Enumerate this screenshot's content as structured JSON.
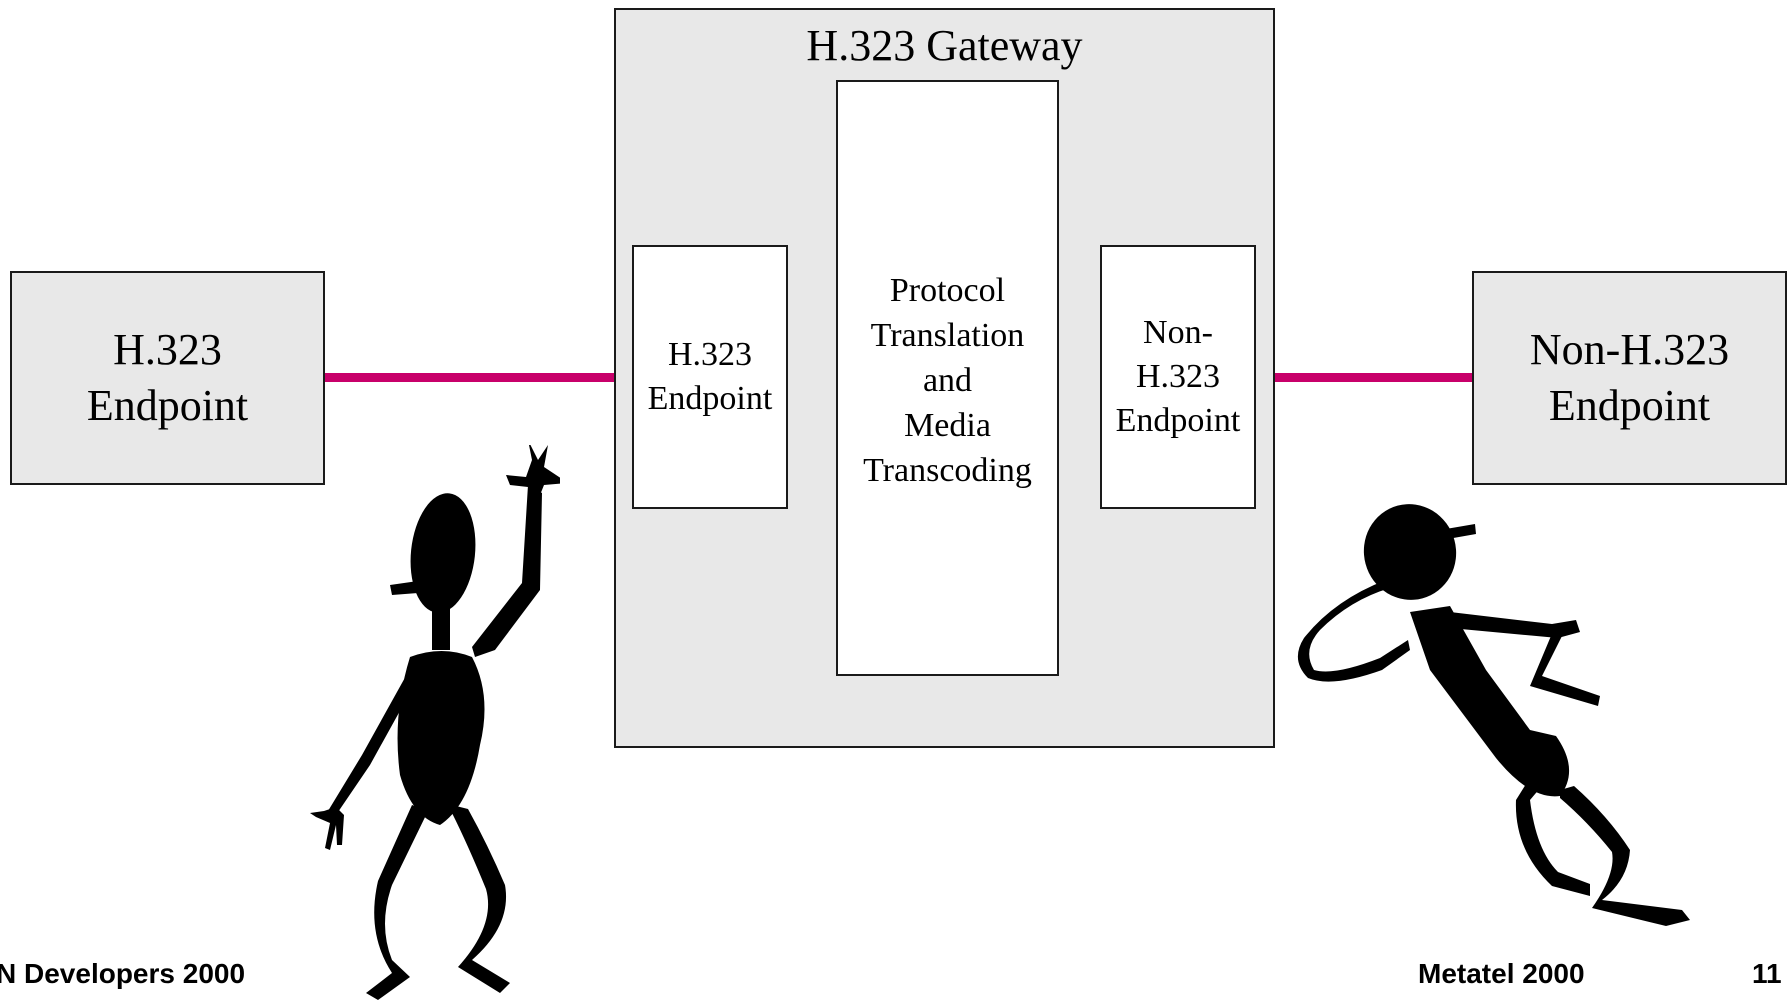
{
  "diagram": {
    "gateway_title": "H.323 Gateway",
    "left_endpoint": "H.323\nEndpoint",
    "right_endpoint": "Non-H.323\nEndpoint",
    "inner_left": "H.323\nEndpoint",
    "inner_center": "Protocol\nTranslation\nand\nMedia\nTranscoding",
    "inner_right": "Non-\nH.323\nEndpoint",
    "connector_color": "#c8006a",
    "box_fill": "#e8e8e8"
  },
  "footer": {
    "left": "N Developers 2000",
    "center": "Metatel 2000",
    "page": "11"
  }
}
